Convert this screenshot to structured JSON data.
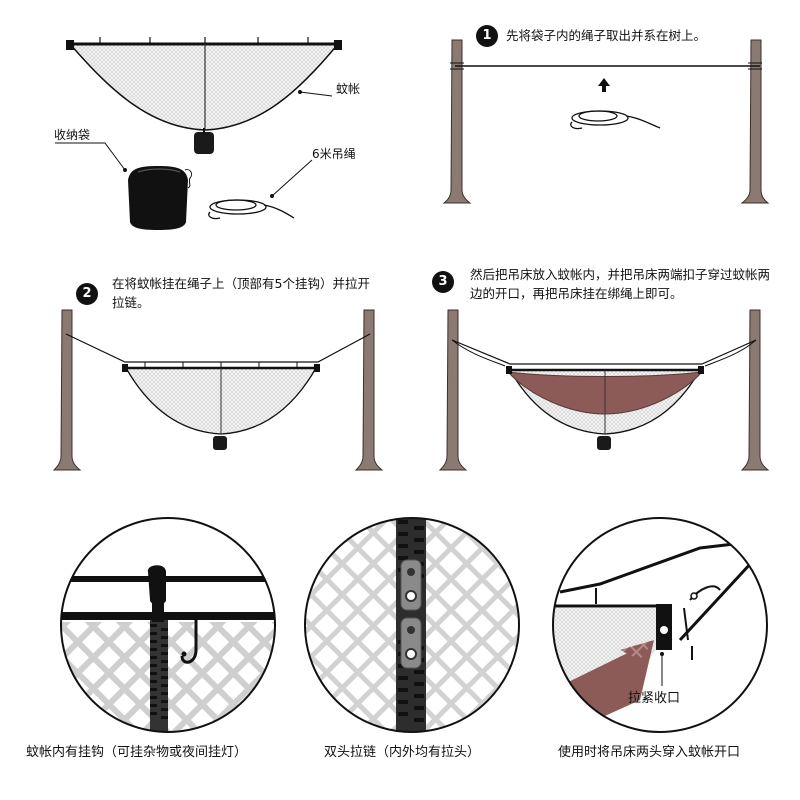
{
  "labels": {
    "mosquito_net": "蚊帐",
    "storage_bag": "收纳袋",
    "rope": "6米吊绳",
    "tighten_opening": "拉紧收口"
  },
  "steps": [
    {
      "number": "1",
      "text": "先将袋子内的绳子取出并系在树上。"
    },
    {
      "number": "2",
      "text": "在将蚊帐挂在绳子上（顶部有5个挂钩）并拉开拉链。"
    },
    {
      "number": "3",
      "text": "然后把吊床放入蚊帐内，并把吊床两端扣子穿过蚊帐两边的开口，再把吊床挂在绑绳上即可。"
    }
  ],
  "details": [
    {
      "caption": "蚊帐内有挂钩（可挂杂物或夜间挂灯）"
    },
    {
      "caption": "双头拉链（内外均有拉头）"
    },
    {
      "caption": "使用时将吊床两头穿入蚊帐开口"
    }
  ],
  "colors": {
    "tree": "#8b7a72",
    "tree_edge": "#3d2f2a",
    "hammock": "#8d5b57",
    "mesh": "#d0d0d0",
    "net_fill": "#f4f4f4"
  }
}
